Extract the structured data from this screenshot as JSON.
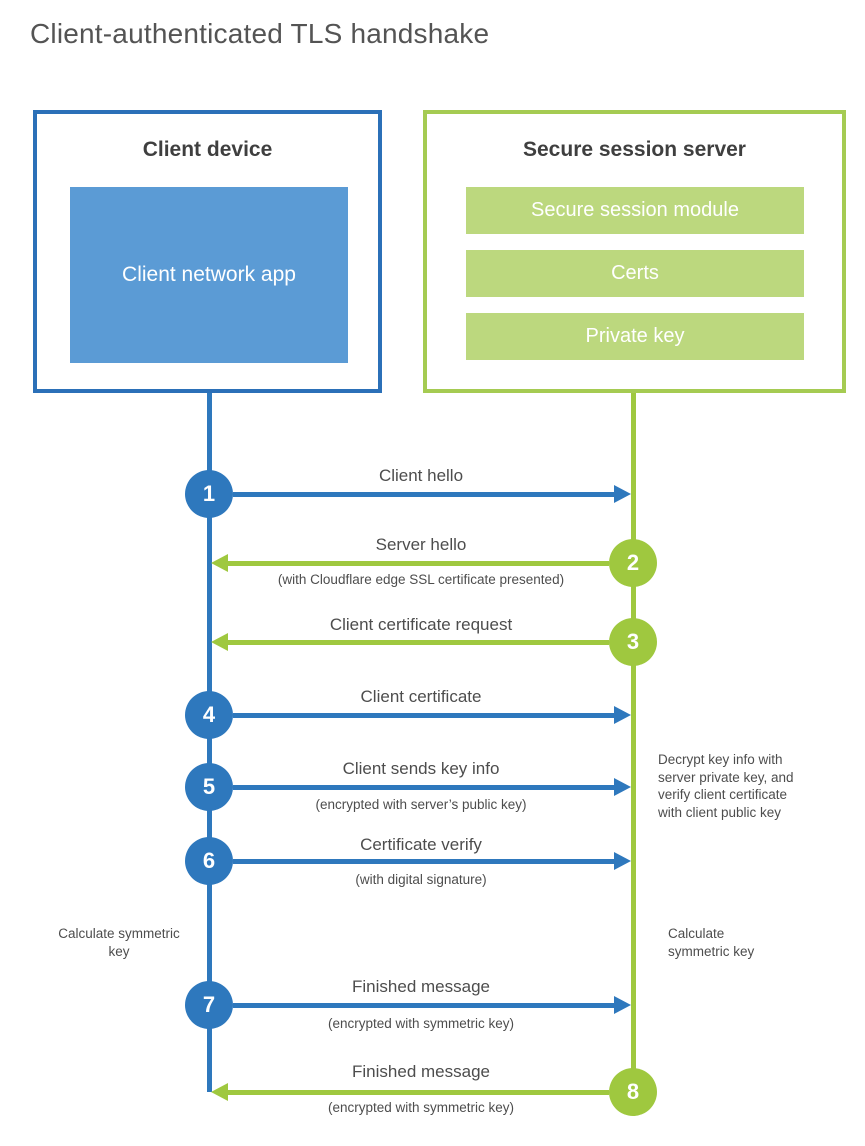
{
  "title": "Client-authenticated TLS handshake",
  "colors": {
    "blue_line": "#2e78bd",
    "blue_box_border": "#2b70b8",
    "blue_box_fill": "#5b9bd5",
    "green_line": "#9fc83f",
    "green_box_border": "#a5cb52",
    "green_bar_fill": "#bcd87e",
    "text_dark": "#3f3f3f",
    "text_gray": "#4d4d4d"
  },
  "client": {
    "title": "Client device",
    "app_label": "Client network app"
  },
  "server": {
    "title": "Secure session server",
    "modules": [
      "Secure session module",
      "Certs",
      "Private key"
    ]
  },
  "steps": [
    {
      "num": "1",
      "from": "client",
      "direction": "right",
      "label": "Client hello",
      "sublabel": ""
    },
    {
      "num": "2",
      "from": "server",
      "direction": "left",
      "label": "Server hello",
      "sublabel": "(with Cloudflare edge SSL certificate presented)"
    },
    {
      "num": "3",
      "from": "server",
      "direction": "left",
      "label": "Client certificate request",
      "sublabel": ""
    },
    {
      "num": "4",
      "from": "client",
      "direction": "right",
      "label": "Client certificate",
      "sublabel": ""
    },
    {
      "num": "5",
      "from": "client",
      "direction": "right",
      "label": "Client sends key info",
      "sublabel": "(encrypted with server’s public key)"
    },
    {
      "num": "6",
      "from": "client",
      "direction": "right",
      "label": "Certificate verify",
      "sublabel": "(with digital signature)"
    },
    {
      "num": "7",
      "from": "client",
      "direction": "right",
      "label": "Finished message",
      "sublabel": "(encrypted with symmetric key)"
    },
    {
      "num": "8",
      "from": "server",
      "direction": "left",
      "label": "Finished message",
      "sublabel": "(encrypted with symmetric key)"
    }
  ],
  "notes": {
    "decrypt_lines": [
      "Decrypt key info with",
      "server private key, and",
      "verify client certificate",
      "with client public key"
    ],
    "calculate_left": "Calculate symmetric key",
    "calculate_right": "Calculate symmetric key"
  }
}
